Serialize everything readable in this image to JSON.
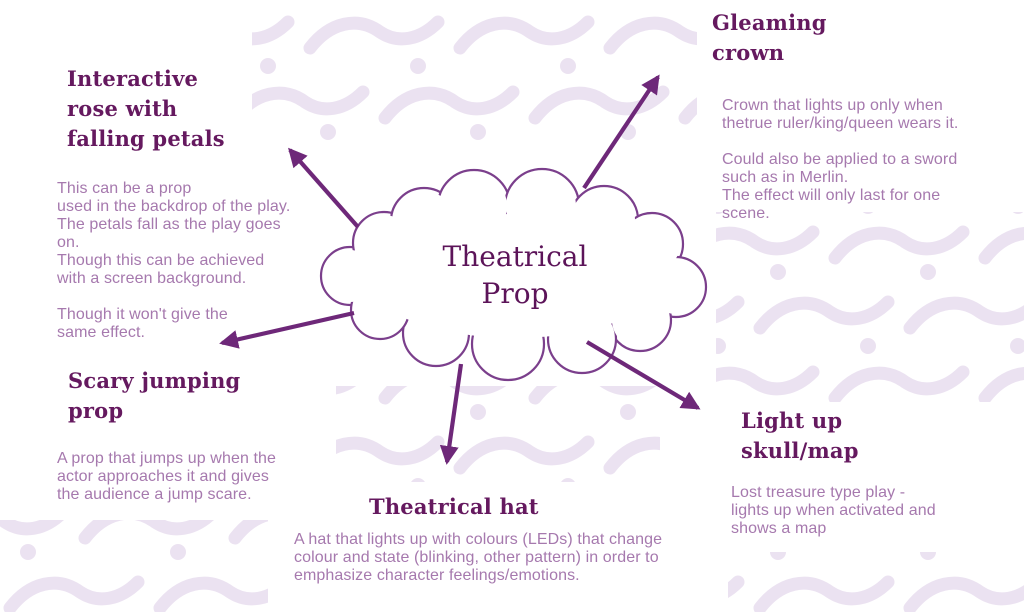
{
  "center": {
    "label": "Theatrical\nProp"
  },
  "colors": {
    "background": "#ffffff",
    "heading": "#65195f",
    "body_text": "#a679ae",
    "arrow": "#6e2879",
    "cloud_outline": "#7b3f8c",
    "cloud_fill": "#ffffff",
    "pattern": "#ebe2f1"
  },
  "nodes": [
    {
      "id": "rose",
      "title": "Interactive\nrose with\nfalling petals",
      "description": "This can be a prop\nused in the backdrop of the play.\nThe petals fall as the play goes\non.\nThough this can be achieved\nwith a screen background.\n\nThough it won't give the\nsame effect."
    },
    {
      "id": "crown",
      "title": "Gleaming\ncrown",
      "description": "Crown that lights up only when\nthetrue ruler/king/queen wears it.\n\nCould also be applied to a sword\nsuch as in Merlin.\nThe effect will only last for one\nscene."
    },
    {
      "id": "scary",
      "title": "Scary jumping\nprop",
      "description": "A prop that jumps up when the\nactor approaches it and gives\nthe audience a jump scare."
    },
    {
      "id": "hat",
      "title": "Theatrical hat",
      "description": "A hat that lights up with colours (LEDs) that change\ncolour and state (blinking, other pattern) in order to\nemphasize character feelings/emotions."
    },
    {
      "id": "skull",
      "title": "Light up\nskull/map",
      "description": "Lost treasure type play -\nlights up  when activated and\nshows a map"
    }
  ]
}
